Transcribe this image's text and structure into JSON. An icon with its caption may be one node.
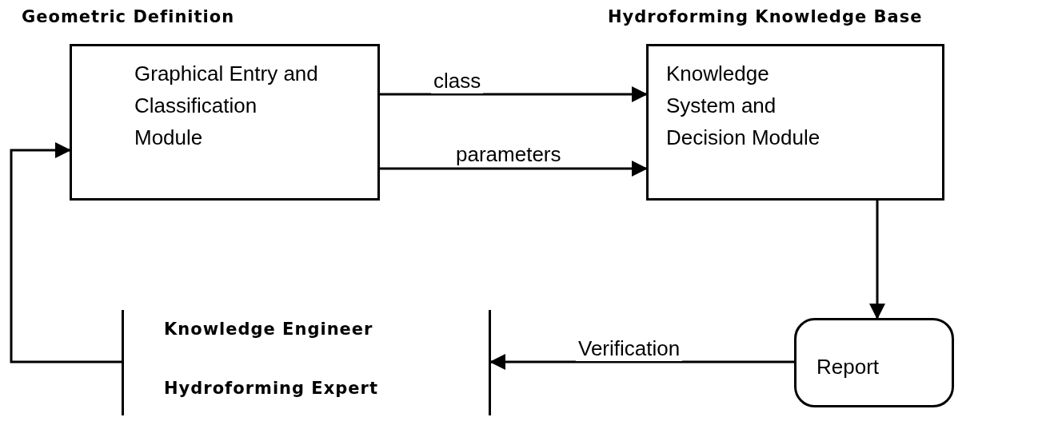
{
  "diagram": {
    "nodes": [
      {
        "text": [
          "Geometric Definition",
          "Graphical Entry and Classification Module"
        ]
      },
      {
        "text": [
          "Hydroforming Knowledge Base",
          "Knowledge System and Decision Module"
        ]
      },
      {
        "text": [
          "Report"
        ]
      },
      {
        "text": [
          "Knowledge Engineer",
          "Hydroforming Expert"
        ]
      }
    ],
    "edges": [
      {
        "from": 0,
        "to": 1,
        "arrow": "to",
        "label": "class"
      },
      {
        "from": 0,
        "to": 1,
        "arrow": "to",
        "label": "parameters"
      },
      {
        "from": 1,
        "to": 2,
        "arrow": "to"
      },
      {
        "from": 2,
        "to": 3,
        "arrow": "to",
        "label": "Verification"
      },
      {
        "from": 3,
        "to": 0,
        "arrow": "to"
      }
    ]
  }
}
